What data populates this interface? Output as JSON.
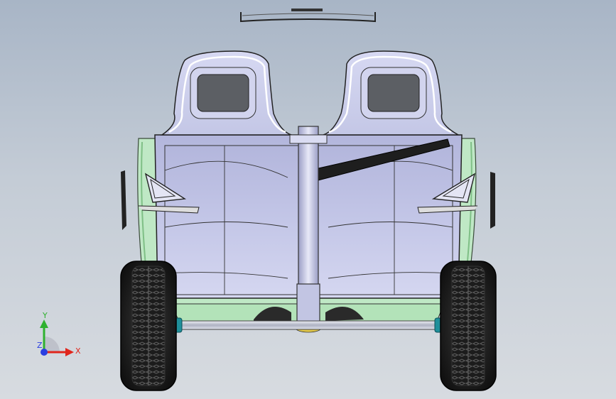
{
  "colors": {
    "background_top": "#a8b5c6",
    "background_bottom": "#d7dbe0",
    "seat_shell": "#c8cae8",
    "seat_highlight": "#ffffff",
    "headrest_pad": "#5c5f64",
    "frame_green": "#b9e6bf",
    "tire": "#1a1a1a",
    "hub_teal": "#1f8f9a",
    "axle": "#c9ccd8",
    "axis_x": "#e0261c",
    "axis_y": "#2fb12f",
    "axis_z": "#2a3ee0"
  },
  "triad": {
    "x_label": "X",
    "y_label": "Y",
    "z_label": "Z"
  },
  "icons": {
    "triad": "coordinate-triad-icon"
  }
}
